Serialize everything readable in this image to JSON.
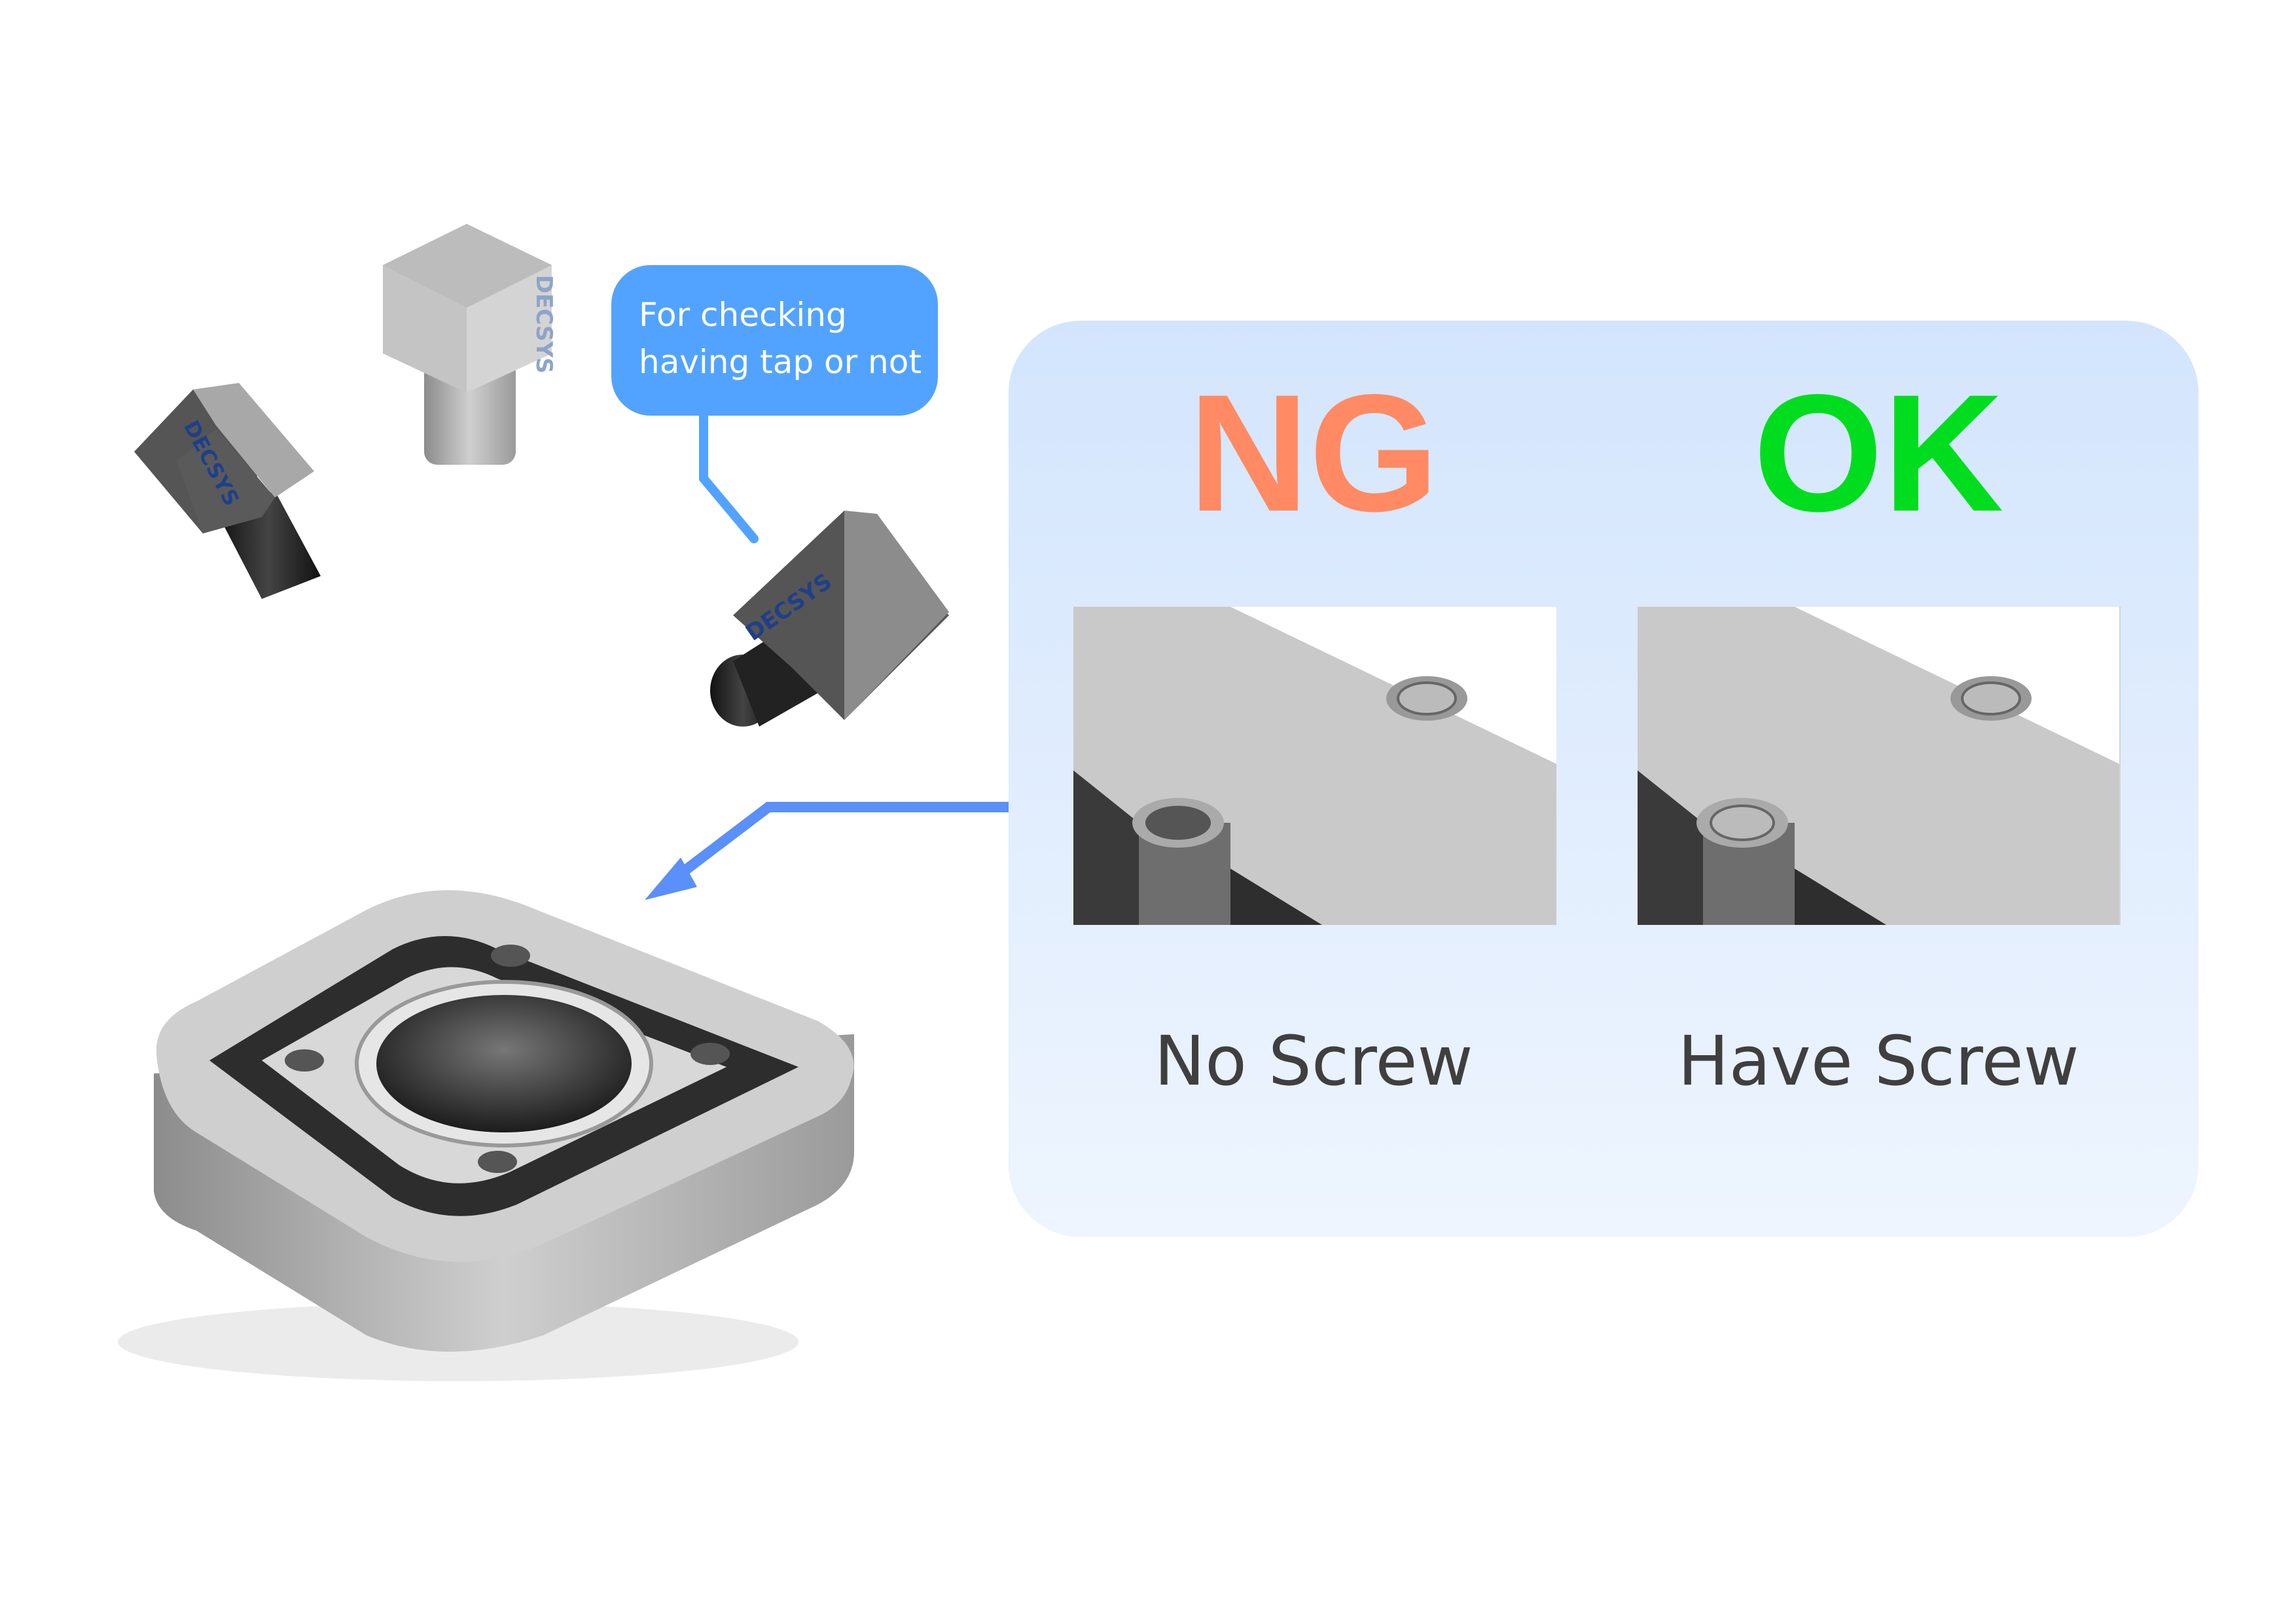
{
  "callout": {
    "line1": "For checking",
    "line2": "having tap or not"
  },
  "panel": {
    "ng": {
      "verdict": "NG",
      "label": "No Screw",
      "color": "#ff8a63"
    },
    "ok": {
      "verdict": "OK",
      "label": "Have Screw",
      "color": "#00dd1e"
    }
  },
  "cameras": {
    "brand": "DECSYS"
  },
  "colors": {
    "callout": "#52a3ff",
    "arrow": "#5b8ff9",
    "panel": "#d9e8fd"
  }
}
